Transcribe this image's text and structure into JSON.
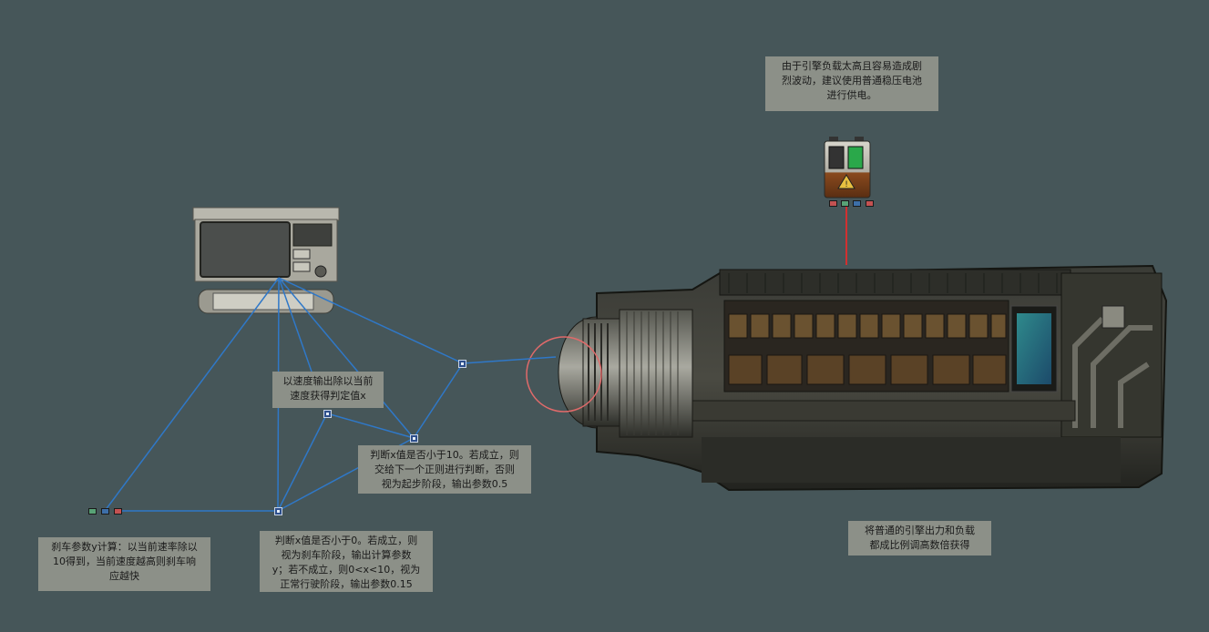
{
  "notes": {
    "battery_note": "由于引擎负载太高且容易造成剧\n烈波动，建议使用普通稳压电池\n进行供电。",
    "speed_note": "以速度输出除以当前\n速度获得判定值x",
    "judge10_note": "判断x值是否小于10。若成立，则\n交给下一个正则进行判断，否则\n视为起步阶段，输出参数0.5",
    "brake_note": "刹车参数y计算：以当前速率除以\n10得到，当前速度越高则刹车响\n应越快",
    "judge0_note": "判断x值是否小于0。若成立，则\n视为刹车阶段，输出计算参数\ny；若不成立，则0<x<10，视为\n正常行驶阶段，输出参数0.15",
    "engine_note": "将普通的引擎出力和负载\n都成比例调高数倍获得"
  },
  "colors": {
    "background": "#465659",
    "wire_blue": "#2f78c8",
    "wire_red": "#d23030",
    "note_bg": "#8c9088",
    "highlight_ring": "#e06a6a"
  },
  "icons": {
    "terminal": "computer-terminal-icon",
    "battery": "battery-warning-icon",
    "engine": "engine-icon"
  }
}
